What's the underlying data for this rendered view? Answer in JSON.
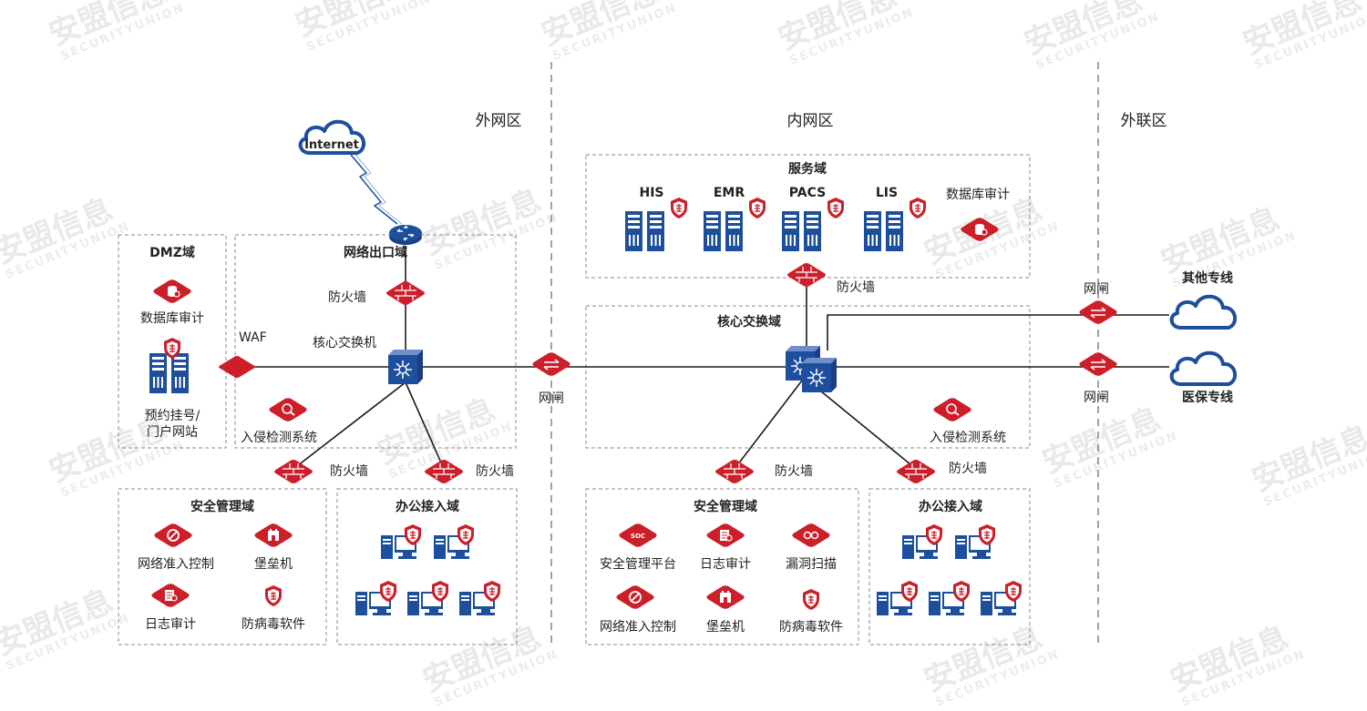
{
  "zones": {
    "outer": "外网区",
    "inner": "内网区",
    "external": "外联区"
  },
  "internet": "Internet",
  "dmz": {
    "title": "DMZ域",
    "db_audit": "数据库审计",
    "portal_line1": "预约挂号/",
    "portal_line2": "门户网站"
  },
  "waf": "WAF",
  "egress": {
    "title": "网络出口域",
    "firewall": "防火墙",
    "core_switch": "核心交换机",
    "ids": "入侵检测系统"
  },
  "gateways": {
    "middle": "网闸",
    "top": "网闸",
    "bottom": "网闸"
  },
  "fw_labels": {
    "left_a": "防火墙",
    "left_b": "防火墙",
    "right_a": "防火墙",
    "right_b": "防火墙",
    "service": "防火墙"
  },
  "left_security": {
    "title": "安全管理域",
    "nac": "网络准入控制",
    "bastion": "堡垒机",
    "log_audit": "日志审计",
    "antivirus": "防病毒软件"
  },
  "left_office": {
    "title": "办公接入域"
  },
  "service": {
    "title": "服务域",
    "his": "HIS",
    "emr": "EMR",
    "pacs": "PACS",
    "lis": "LIS",
    "db_audit": "数据库审计"
  },
  "core": {
    "title": "核心交换域",
    "ids": "入侵检测系统"
  },
  "right_security": {
    "title": "安全管理域",
    "soc_platform": "安全管理平台",
    "log_audit": "日志审计",
    "vuln_scan": "漏洞扫描",
    "nac": "网络准入控制",
    "bastion": "堡垒机",
    "antivirus": "防病毒软件"
  },
  "right_office": {
    "title": "办公接入域"
  },
  "external": {
    "other_line": "其他专线",
    "insurance_line": "医保专线"
  },
  "icons": {
    "soc_badge": "SOC"
  },
  "watermark": {
    "cn": "安盟信息",
    "en": "SECURITYUNION"
  },
  "colors": {
    "red": "#cc1f2a",
    "blue": "#1d4f9c",
    "line": "#1a1a1a"
  }
}
